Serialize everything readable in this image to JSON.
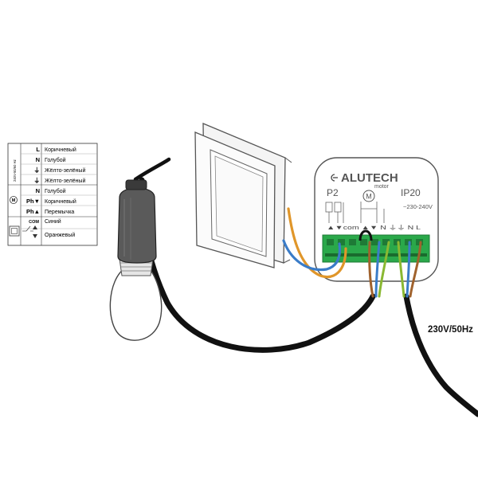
{
  "legend": {
    "power_label": "240V-50/60 Hz",
    "rows": [
      {
        "term": "L",
        "text": "Коричневый"
      },
      {
        "term": "N",
        "text": "Голубой"
      },
      {
        "term": "⏚",
        "text": "Жёлто-зелёный"
      },
      {
        "term": "⏚",
        "text": "Жёлто-зелёный"
      },
      {
        "term": "N",
        "text": "Голубой"
      },
      {
        "term": "Ph▼",
        "text": "Коричневый"
      },
      {
        "term": "Ph▲",
        "text": "Перемычка"
      },
      {
        "term": "COM",
        "text": "Синий"
      },
      {
        "term": "",
        "text": "Оранжевый"
      }
    ]
  },
  "module": {
    "brand": "ALUTECH",
    "left_code": "P2",
    "motor_label": "motor",
    "motor_symbol": "M",
    "ip_rating": "IP20",
    "voltage": "~230-240V",
    "terminals": "▲▼com ▲▼ N ⏚⏚ N L"
  },
  "supply_label": "230V/50Hz",
  "colors": {
    "wire_brown": "#a0622d",
    "wire_blue": "#3a7cc8",
    "wire_orange": "#e0962a",
    "wire_yellow_green": "#8ab832",
    "terminal_green": "#2aa84a",
    "cable_black": "#111111",
    "outline": "#333333"
  }
}
